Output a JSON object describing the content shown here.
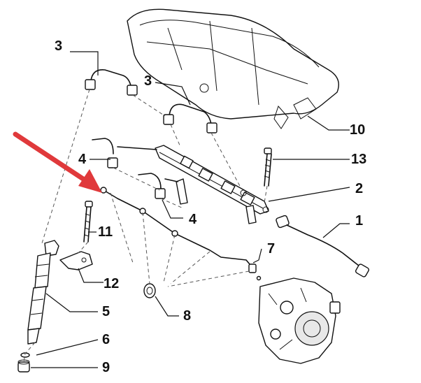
{
  "callouts": {
    "c1": "1",
    "c2": "2",
    "c3a": "3",
    "c3b": "3",
    "c4a": "4",
    "c4b": "4",
    "c5": "5",
    "c6": "6",
    "c7": "7",
    "c8": "8",
    "c9": "9",
    "c10": "10",
    "c11": "11",
    "c12": "12",
    "c13": "13"
  },
  "colors": {
    "arrow": "#e0393b",
    "line": "#111111",
    "background": "#ffffff"
  }
}
